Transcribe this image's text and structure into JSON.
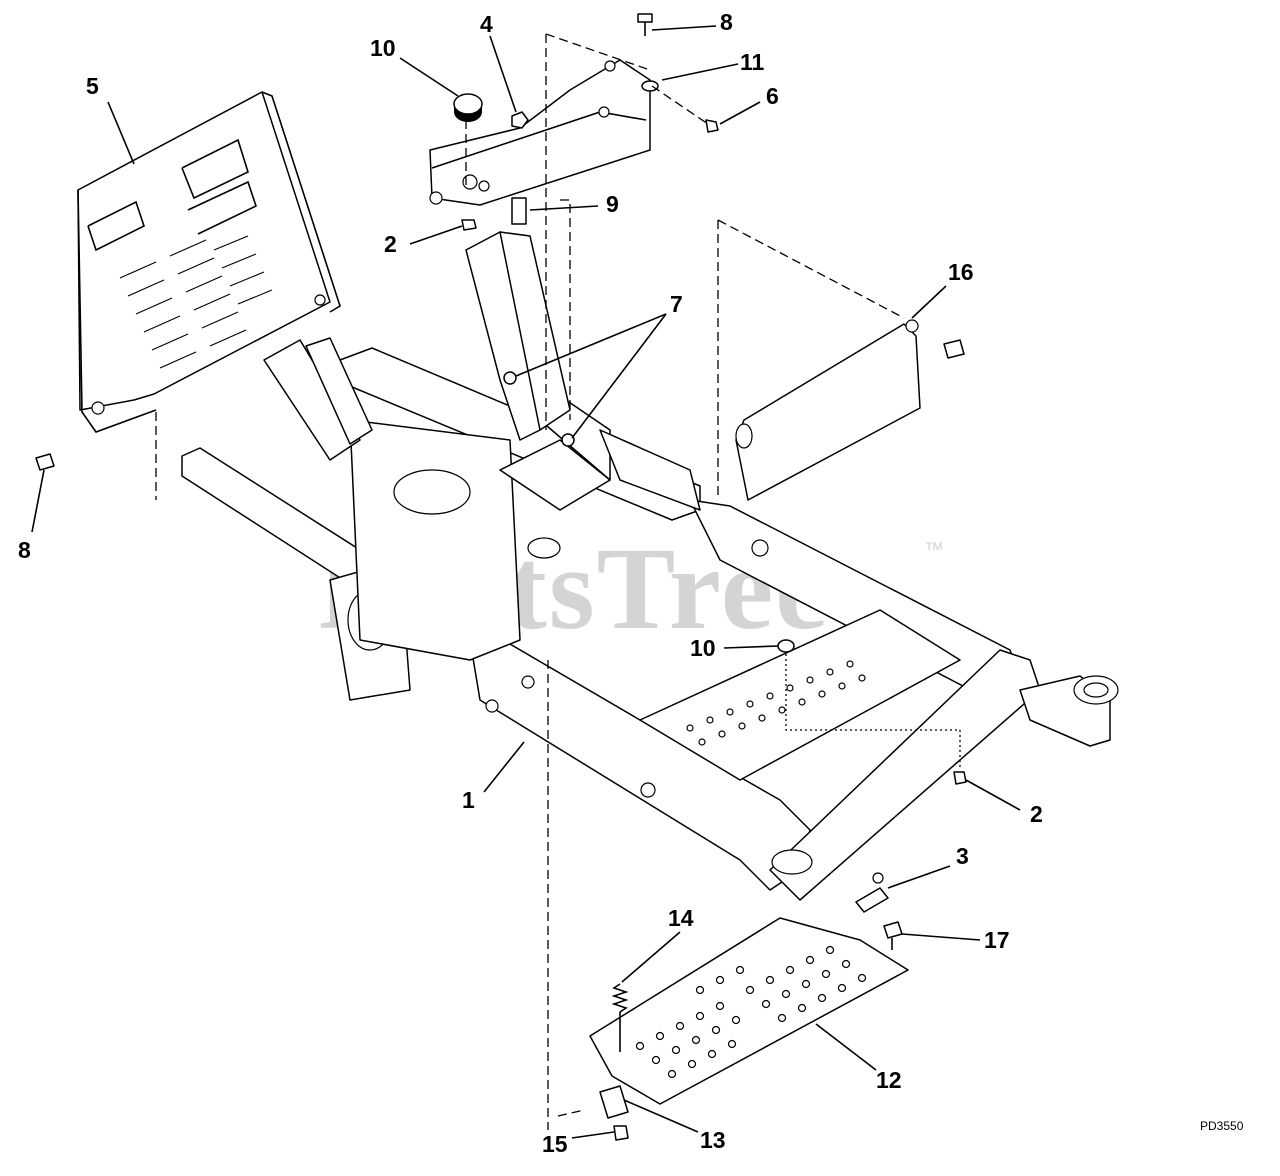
{
  "diagram": {
    "watermark": "PartsTree",
    "watermark_mark": "™",
    "drawing_code": "PD3550",
    "callouts": [
      {
        "id": "c1",
        "label": "1"
      },
      {
        "id": "c2a",
        "label": "2"
      },
      {
        "id": "c2b",
        "label": "2"
      },
      {
        "id": "c3",
        "label": "3"
      },
      {
        "id": "c4",
        "label": "4"
      },
      {
        "id": "c5",
        "label": "5"
      },
      {
        "id": "c6",
        "label": "6"
      },
      {
        "id": "c7",
        "label": "7"
      },
      {
        "id": "c8a",
        "label": "8"
      },
      {
        "id": "c8b",
        "label": "8"
      },
      {
        "id": "c9",
        "label": "9"
      },
      {
        "id": "c10a",
        "label": "10"
      },
      {
        "id": "c10b",
        "label": "10"
      },
      {
        "id": "c11",
        "label": "11"
      },
      {
        "id": "c12",
        "label": "12"
      },
      {
        "id": "c13",
        "label": "13"
      },
      {
        "id": "c14",
        "label": "14"
      },
      {
        "id": "c15",
        "label": "15"
      },
      {
        "id": "c16",
        "label": "16"
      },
      {
        "id": "c17",
        "label": "17"
      }
    ]
  }
}
